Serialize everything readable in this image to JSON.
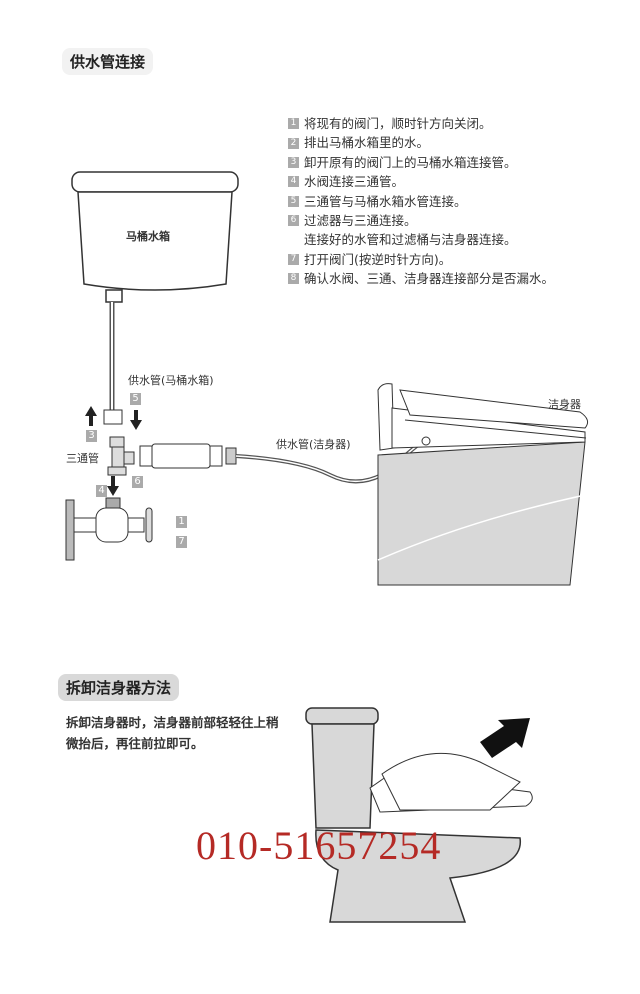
{
  "section1": {
    "title": "供水管连接",
    "steps": [
      {
        "num": "1",
        "text": "将现有的阀门，顺时针方向关闭。"
      },
      {
        "num": "2",
        "text": "排出马桶水箱里的水。"
      },
      {
        "num": "3",
        "text": "卸开原有的阀门上的马桶水箱连接管。"
      },
      {
        "num": "4",
        "text": "水阀连接三通管。"
      },
      {
        "num": "5",
        "text": "三通管与马桶水箱水管连接。"
      },
      {
        "num": "6",
        "text": "过滤器与三通连接。",
        "cont": "连接好的水管和过滤桶与洁身器连接。"
      },
      {
        "num": "7",
        "text": "打开阀门(按逆时针方向)。"
      },
      {
        "num": "8",
        "text": "确认水阀、三通、洁身器连接部分是否漏水。"
      }
    ],
    "diagram": {
      "tank_label": "马桶水箱",
      "pipe_tank_label": "供水管(马桶水箱)",
      "tee_label": "三通管",
      "pipe_seat_label": "供水管(洁身器)",
      "seat_label": "洁身器",
      "markers": [
        "5",
        "3",
        "6",
        "4",
        "1",
        "7"
      ]
    }
  },
  "section2": {
    "title": "拆卸洁身器方法",
    "description": "拆卸洁身器时，洁身器前部轻轻往上稍微抬后，再往前拉即可。"
  },
  "watermark_phone": "010-51657254"
}
